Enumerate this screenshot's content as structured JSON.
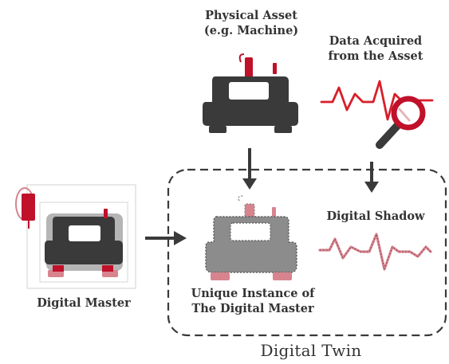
{
  "labels": {
    "physical_asset_line1": "Physical Asset",
    "physical_asset_line2": "(e.g. Machine)",
    "data_acquired_line1": "Data Acquired",
    "data_acquired_line2": "from the Asset",
    "digital_shadow": "Digital Shadow",
    "digital_master": "Digital Master",
    "unique_instance_line1": "Unique Instance of",
    "unique_instance_line2": "The Digital Master",
    "digital_twin": "Digital Twin"
  },
  "colors": {
    "machine_body": "#3a3a3a",
    "accent_red": "#c0102a",
    "signal_red": "#d81e2a",
    "shadow_pink": "#d7848f",
    "instance_grey": "#8c8c8c",
    "master_frame": "#b5b5b5",
    "arrow": "#3a3a3a",
    "dashed_border": "#3a3a3a"
  },
  "icons": {
    "physical_asset": "machine-icon",
    "data_acquired": "magnifier-signal-icon",
    "digital_master": "machine-blueprint-icon",
    "unique_instance": "machine-outline-icon",
    "digital_shadow": "wave-signal-icon"
  }
}
